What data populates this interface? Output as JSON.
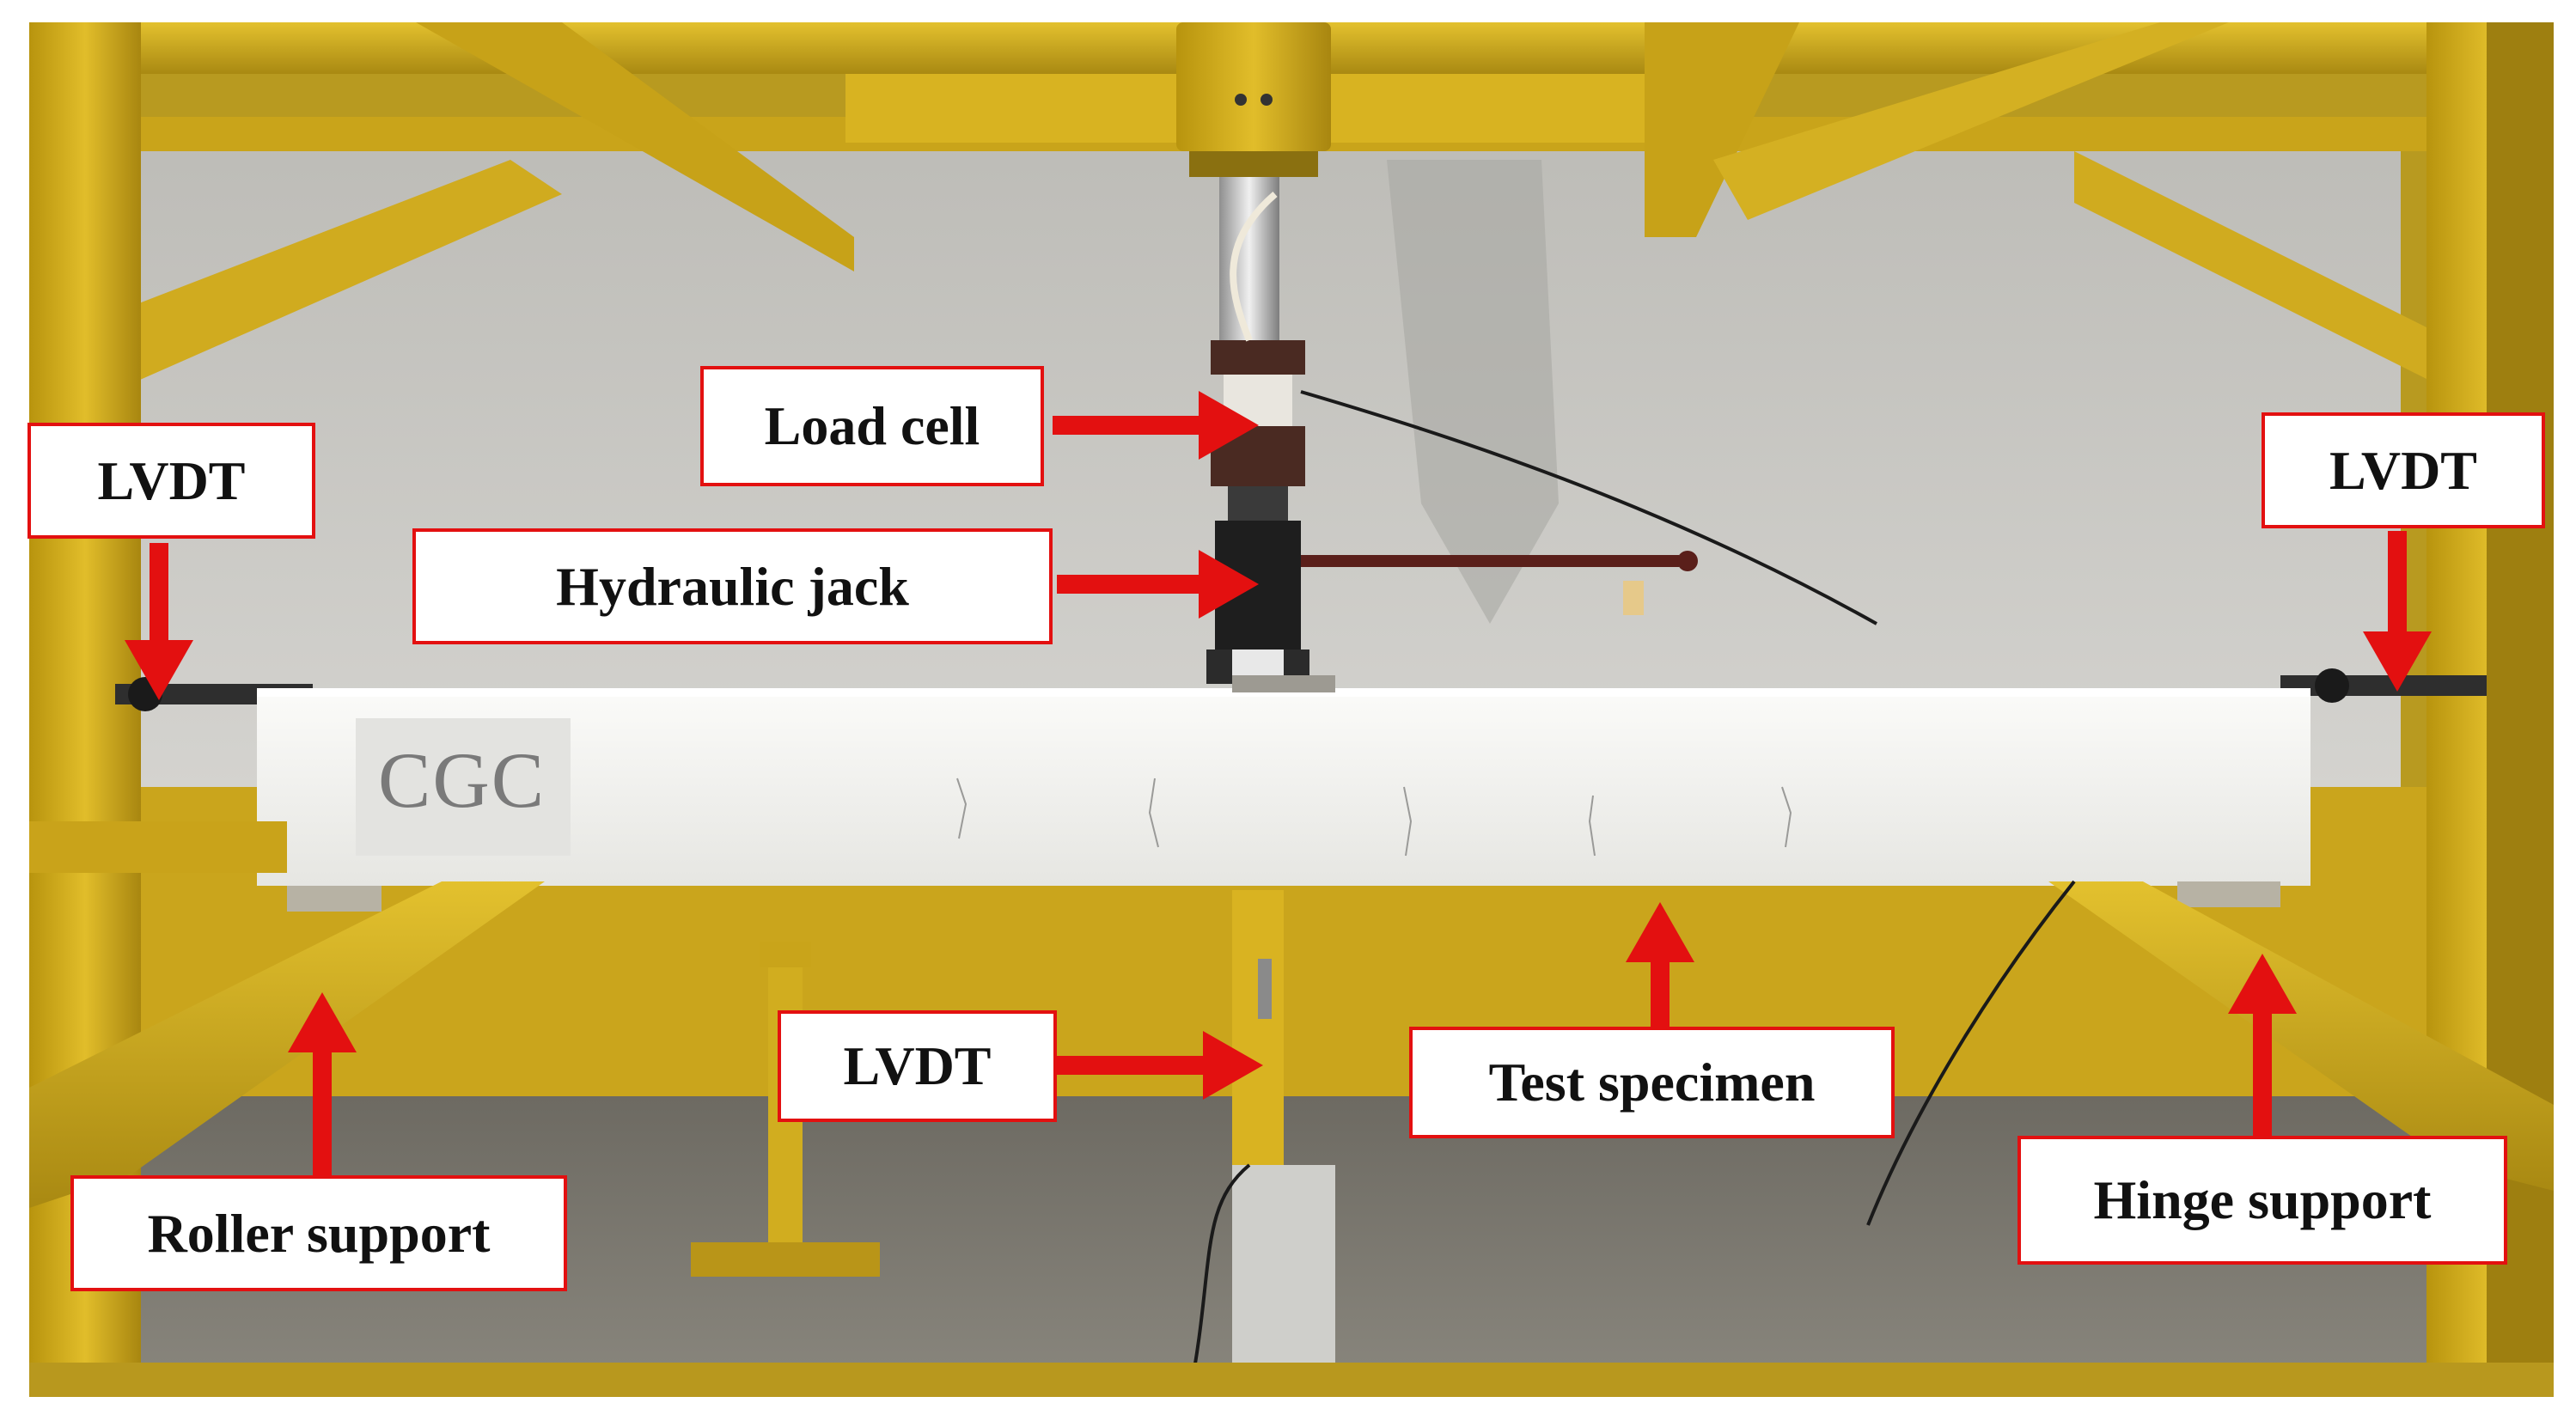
{
  "specimen_marking": "CGC",
  "labels": {
    "load_cell": "Load cell",
    "hydraulic_jack": "Hydraulic jack",
    "lvdt_left": "LVDT",
    "lvdt_right": "LVDT",
    "lvdt_center": "LVDT",
    "test_specimen": "Test specimen",
    "roller_support": "Roller support",
    "hinge_support": "Hinge support"
  },
  "colors": {
    "frame_yellow": "#d9b21c",
    "label_border": "#e31010",
    "arrow": "#e31010",
    "specimen_white": "#f2f2f0",
    "backdrop_gray": "#c9c9c6"
  }
}
